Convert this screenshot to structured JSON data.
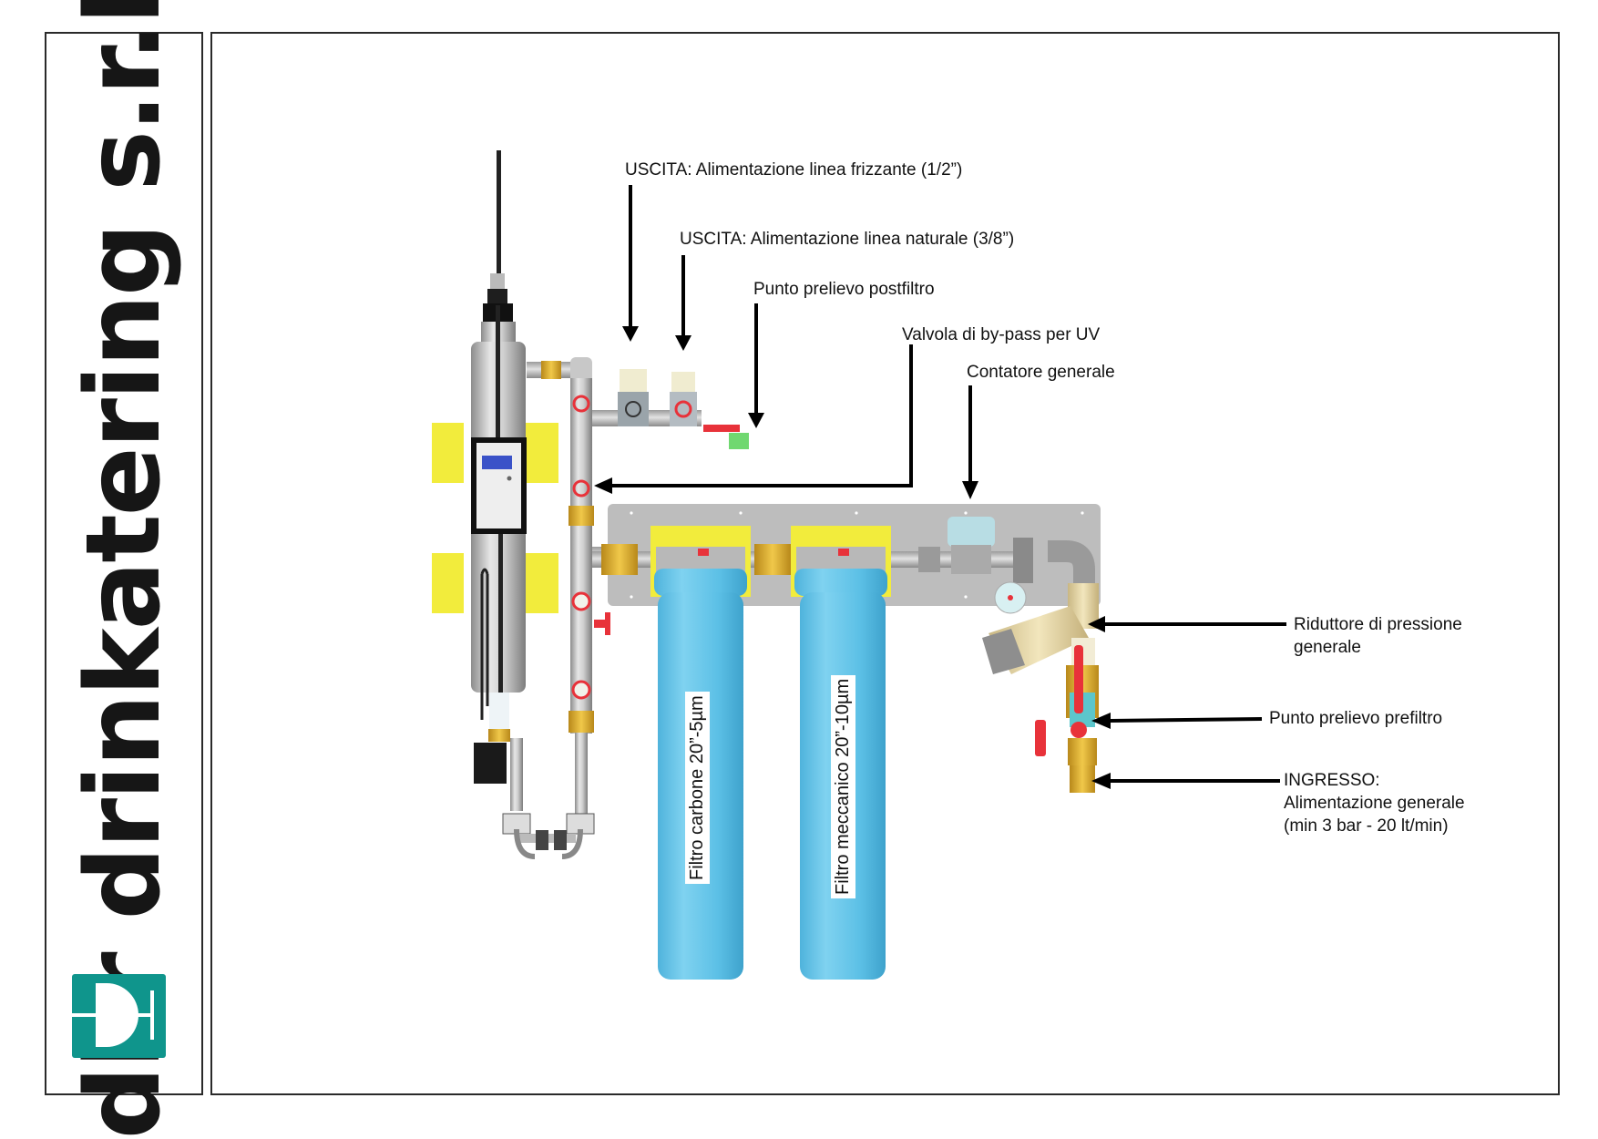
{
  "brand": {
    "company_name": "dkr drinkatering s.r.l.",
    "logo_icon": "wine-glass-d-logo-icon",
    "logo_color": "#0f958c"
  },
  "diagram": {
    "title": "Water filtration and UV sterilization system",
    "colors": {
      "filter_housing": "#5fc0e6",
      "mounting_plate": "#bdbdbd",
      "bracket": "#f2ec3c",
      "valve_handle": "#e8323a",
      "brass_fitting": "#d9a928",
      "uv_display": "#3a52c8"
    },
    "labels": {
      "outlet_sparkling": "USCITA: Alimentazione linea frizzante (1/2”)",
      "outlet_still": "USCITA: Alimentazione linea naturale (3/8”)",
      "post_filter_sample": "Punto prelievo postfiltro",
      "uv_bypass_valve": "Valvola di by-pass per UV",
      "main_meter": "Contatore generale",
      "pressure_reducer_line1": "Riduttore di pressione",
      "pressure_reducer_line2": "generale",
      "pre_filter_sample": "Punto prelievo prefiltro",
      "inlet_line1": "INGRESSO:",
      "inlet_line2": "Alimentazione generale",
      "inlet_line3": "(min 3 bar - 20 lt/min)"
    },
    "filters": [
      {
        "label": "Filtro carbone 20”-5µm"
      },
      {
        "label": "Filtro meccanico 20”-10µm"
      }
    ]
  }
}
